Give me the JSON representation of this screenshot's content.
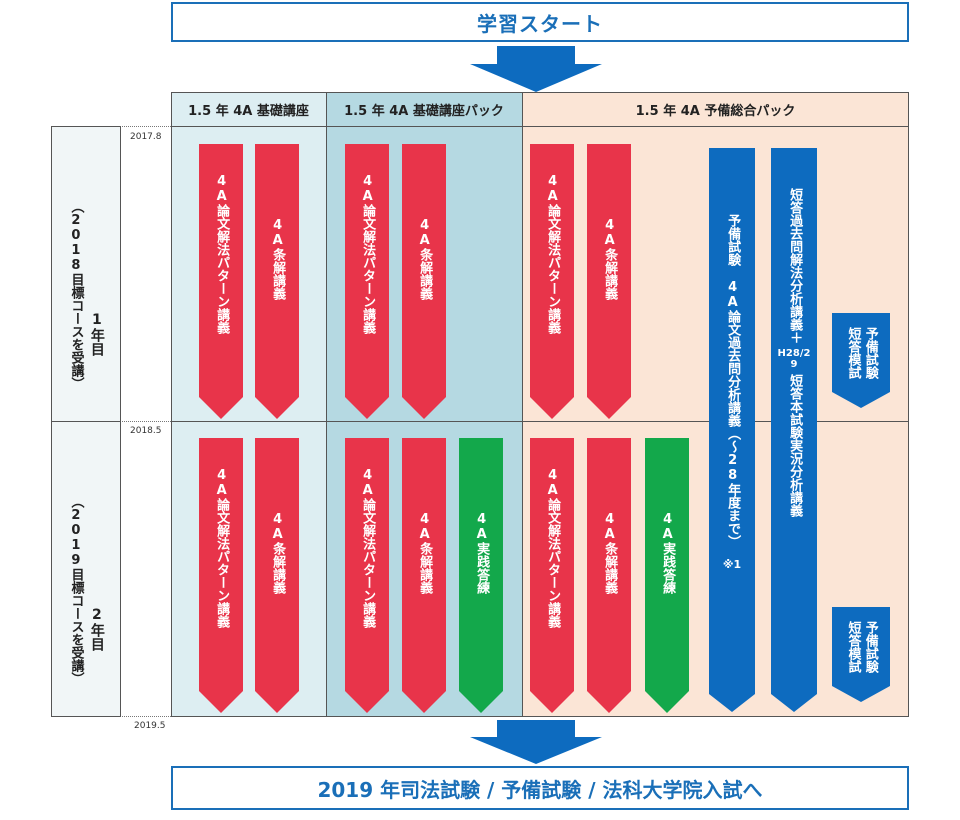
{
  "start_label": "学習スタート",
  "end_label": "2019 年司法試験 / 予備試験 / 法科大学院入試へ",
  "columns": [
    {
      "label": "1.5 年 4A 基礎講座",
      "color": "#ddeef2"
    },
    {
      "label": "1.5 年 4A 基礎講座パック",
      "color": "#b5d9e2"
    },
    {
      "label": "1.5 年 4A 予備総合パック",
      "color": "#fbe5d6"
    }
  ],
  "rows": [
    {
      "year": "1年目",
      "course": "（2018目標コースを受講）"
    },
    {
      "year": "2年目",
      "course": "（2019目標コースを受講）"
    }
  ],
  "dates": [
    "2017.8",
    "2018.5",
    "2019.5"
  ],
  "courses": {
    "ronbun": "4A論文解法パターン講義",
    "jokai": "4A条解講義",
    "jissen": "4A実践答練",
    "yobi_ronbun_line1": "予備試験",
    "yobi_ronbun_line2": "4A論文過去問分析講義（〜28年度まで）",
    "yobi_ronbun_note": "※1",
    "tanto_line1": "短答過去問解法分析講義＋",
    "tanto_line2": "H28/29",
    "tanto_line3": "短答本試験実況分析講義",
    "mogi_line1": "予備試験",
    "mogi_line2": "短答模試"
  },
  "colors": {
    "red": "#e8344a",
    "green": "#13a84b",
    "blue": "#0d6bbf",
    "border": "#1a6fb8"
  }
}
